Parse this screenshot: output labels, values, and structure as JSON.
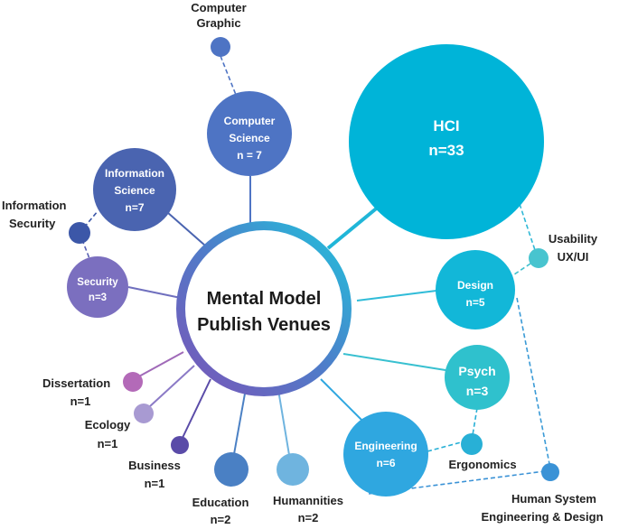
{
  "center": {
    "line1": "Mental Model",
    "line2": "Publish Venues"
  },
  "nodes": {
    "hci": {
      "name": "HCI",
      "count": "n=33",
      "color": "#00b4d8"
    },
    "computer_science": {
      "name1": "Computer",
      "name2": "Science",
      "count": "n = 7",
      "color": "#4e74c4"
    },
    "information_science": {
      "name1": "Information",
      "name2": "Science",
      "count": "n=7",
      "color": "#4a64b0"
    },
    "security": {
      "name": "Security",
      "count": "n=3",
      "color": "#7b6fbf"
    },
    "design": {
      "name": "Design",
      "count": "n=5",
      "color": "#12b7d8"
    },
    "psych": {
      "name": "Psych",
      "count": "n=3",
      "color": "#2fc1cd"
    },
    "engineering": {
      "name": "Engineering",
      "count": "n=6",
      "color": "#2fa7e0"
    }
  },
  "small_nodes": {
    "computer_graphic": {
      "line1": "Computer",
      "line2": "Graphic",
      "color": "#4e74c4"
    },
    "information_security": {
      "line1": "Information",
      "line2": "Security",
      "color": "#3c57a8"
    },
    "usability": {
      "line1": "Usability",
      "line2": "UX/UI",
      "color": "#48c4cf"
    },
    "ergonomics": {
      "line1": "Ergonomics",
      "color": "#28b0d6"
    },
    "human_system": {
      "line1": "Human System",
      "line2": "Engineering & Design",
      "color": "#3a92d6"
    },
    "dissertation": {
      "line1": "Dissertation",
      "line2": "n=1",
      "color": "#b36ab8"
    },
    "ecology": {
      "line1": "Ecology",
      "line2": "n=1",
      "color": "#a89ad2"
    },
    "business": {
      "line1": "Business",
      "line2": "n=1",
      "color": "#5a4ba8"
    },
    "education": {
      "line1": "Education",
      "line2": "n=2",
      "color": "#4a80c4"
    },
    "humanities": {
      "line1": "Humannities",
      "line2": "n=2",
      "color": "#6fb4df"
    }
  }
}
